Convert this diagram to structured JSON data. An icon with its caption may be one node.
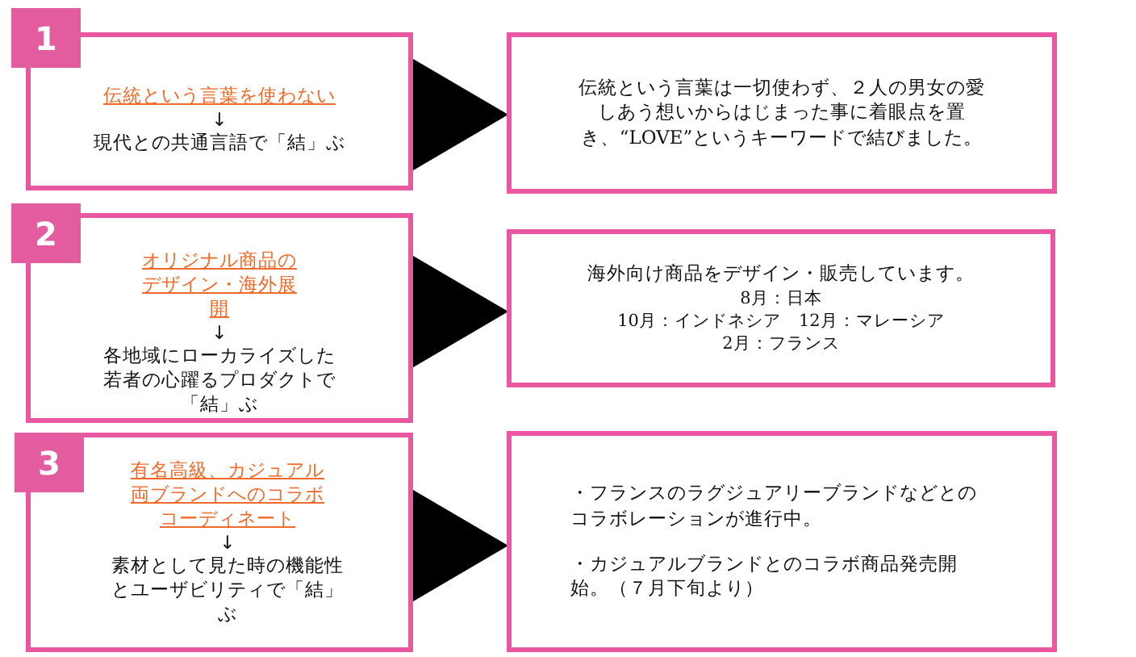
{
  "diagram": {
    "nodes": [
      {
        "text": [
          "1"
        ]
      },
      {
        "text": [
          "伝統という言葉を使わない",
          "↓",
          "現代との共通言語で「結」ぶ"
        ]
      },
      {
        "text": [
          "伝統という言葉は一切使わず、２人の男女の愛しあう想いからはじまった事に着眼点を置き、“LOVE”というキーワードで結びました。"
        ]
      },
      {
        "text": [
          "2"
        ]
      },
      {
        "text": [
          "オリジナル商品のデザイン・海外展開",
          "↓",
          "各地域にローカライズした若者の心躍るプロダクトで「結」ぶ"
        ]
      },
      {
        "text": [
          "海外向け商品をデザイン・販売しています。",
          "8月：日本",
          "10月：インドネシア　12月：マレーシア",
          "2月：フランス"
        ]
      },
      {
        "text": [
          "3"
        ]
      },
      {
        "text": [
          "有名高級、カジュアル両ブランドへのコラボコーディネート",
          "↓",
          "素材として見た時の機能性とユーザビリティで「結」ぶ"
        ]
      },
      {
        "text": [
          "・フランスのラグジュアリーブランドなどとのコラボレーションが進行中。",
          "・カジュアルブランドとのコラボ商品発売開始。（７月下旬より）"
        ]
      }
    ],
    "edges": [
      {
        "from": 1,
        "to": 2,
        "arrow": "to"
      },
      {
        "from": 4,
        "to": 5,
        "arrow": "to"
      },
      {
        "from": 7,
        "to": 8,
        "arrow": "to"
      }
    ]
  }
}
